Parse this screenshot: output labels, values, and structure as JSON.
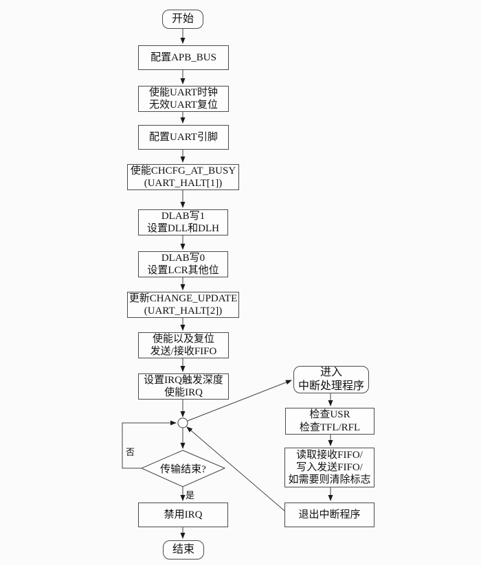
{
  "flowchart": {
    "nodes": {
      "start": {
        "label": "开始",
        "shape": "terminator"
      },
      "cfg_apb": {
        "label": "配置APB_BUS",
        "shape": "process"
      },
      "uart_clk": {
        "label": "使能UART时钟\n无效UART复位",
        "shape": "process"
      },
      "cfg_pin": {
        "label": "配置UART引脚",
        "shape": "process"
      },
      "chcfg": {
        "label": "使能CHCFG_AT_BUSY\n(UART_HALT[1])",
        "shape": "process"
      },
      "dlab1": {
        "label": "DLAB写1\n设置DLL和DLH",
        "shape": "process"
      },
      "dlab0": {
        "label": "DLAB写0\n设置LCR其他位",
        "shape": "process"
      },
      "change_update": {
        "label": "更新CHANGE_UPDATE\n(UART_HALT[2])",
        "shape": "process"
      },
      "fifo": {
        "label": "使能以及复位\n发送/接收FIFO",
        "shape": "process"
      },
      "irq": {
        "label": "设置IRQ触发深度\n使能IRQ",
        "shape": "process"
      },
      "decision": {
        "label": "传输结束?",
        "shape": "decision"
      },
      "disable_irq": {
        "label": "禁用IRQ",
        "shape": "process"
      },
      "end": {
        "label": "结束",
        "shape": "terminator"
      },
      "enter_isr": {
        "label": "进入\n中断处理程序",
        "shape": "terminator"
      },
      "check_usr": {
        "label": "检查USR\n检查TFL/RFL",
        "shape": "process"
      },
      "rw_fifo": {
        "label": "读取接收FIFO/\n写入发送FIFO/\n如需要则清除标志",
        "shape": "process"
      },
      "exit_isr": {
        "label": "退出中断程序",
        "shape": "process"
      }
    },
    "edge_labels": {
      "no": "否",
      "yes": "是"
    },
    "colors": {
      "line": "#404040",
      "box_border": "#4a4a4a",
      "background": "#fbfbfb",
      "text": "#111111"
    }
  }
}
